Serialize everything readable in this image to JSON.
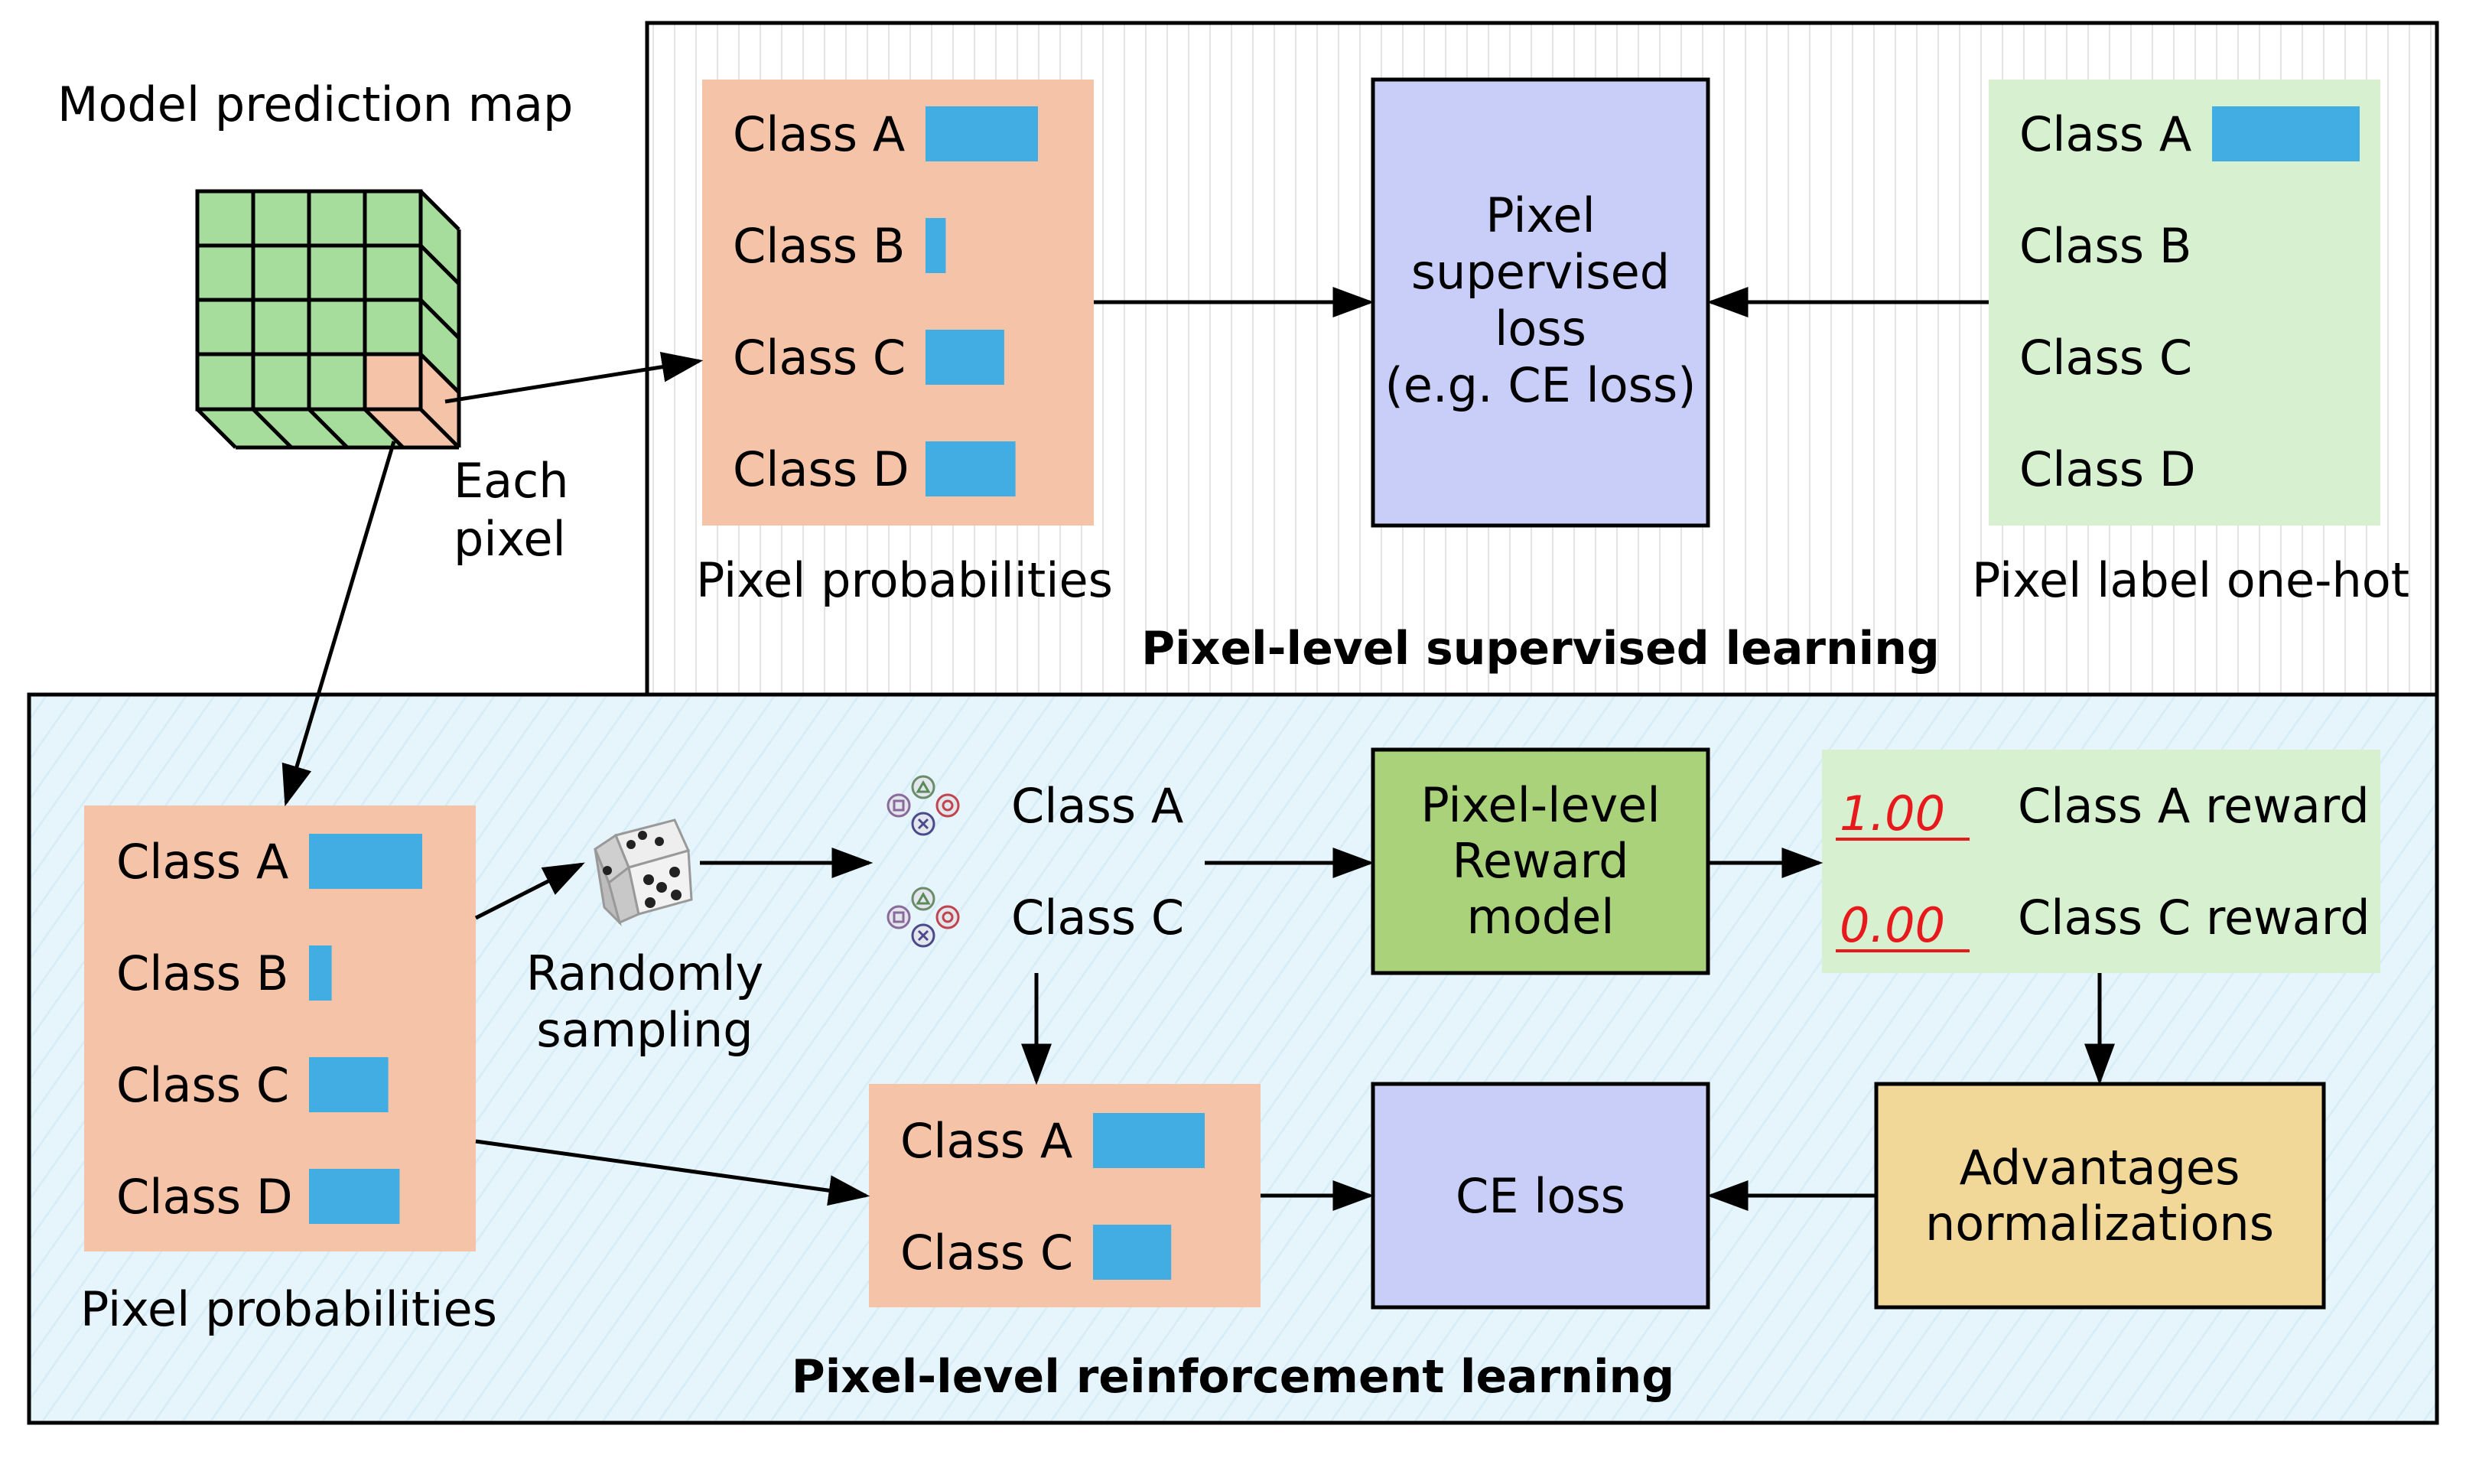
{
  "colors": {
    "prob_panel": "#f5c4a8",
    "label_panel": "#d6f0d0",
    "loss_box": "#c8cef8",
    "reward_model": "#a9d27a",
    "advantages": "#f2d898",
    "bar": "#41ade2",
    "rl_background": "#e6f4fb",
    "grid_green": "#a6dd9c",
    "grid_highlight": "#f5c4a8",
    "reward_value": "#e8191c"
  },
  "top": {
    "prediction_map_title": "Model prediction map",
    "each_pixel": [
      "Each",
      "pixel"
    ],
    "probabilities_caption": "Pixel probabilities",
    "prob_rows": [
      {
        "label": "Class A",
        "value": 1.0
      },
      {
        "label": "Class B",
        "value": 0.18
      },
      {
        "label": "Class C",
        "value": 0.7
      },
      {
        "label": "Class D",
        "value": 0.8
      }
    ],
    "loss_lines": [
      "Pixel",
      "supervised",
      "loss",
      "(e.g. CE loss)"
    ],
    "label_rows": [
      {
        "label": "Class A",
        "value": 1
      },
      {
        "label": "Class B",
        "value": 0
      },
      {
        "label": "Class C",
        "value": 0
      },
      {
        "label": "Class D",
        "value": 0
      }
    ],
    "label_caption": "Pixel label one-hot",
    "section_title": "Pixel-level supervised learning"
  },
  "bottom": {
    "prob_rows": [
      {
        "label": "Class A",
        "value": 1.0
      },
      {
        "label": "Class B",
        "value": 0.2
      },
      {
        "label": "Class C",
        "value": 0.7
      },
      {
        "label": "Class D",
        "value": 0.8
      }
    ],
    "probabilities_caption": "Pixel probabilities",
    "sampling_label": [
      "Randomly",
      "sampling"
    ],
    "dice_icon": "dice-icon",
    "gamepad_icon": "gamepad-icon",
    "sampled_classes": [
      "Class A",
      "Class C"
    ],
    "reward_model_lines": [
      "Pixel-level",
      "Reward",
      "model"
    ],
    "rewards": [
      {
        "value": "1.00",
        "label": "Class A reward"
      },
      {
        "value": "0.00",
        "label": "Class C reward"
      }
    ],
    "selected_rows": [
      {
        "label": "Class A",
        "value": 1.0
      },
      {
        "label": "Class C",
        "value": 0.7
      }
    ],
    "ce_loss": "CE loss",
    "advantages_lines": [
      "Advantages",
      "normalizations"
    ],
    "section_title": "Pixel-level reinforcement learning"
  }
}
